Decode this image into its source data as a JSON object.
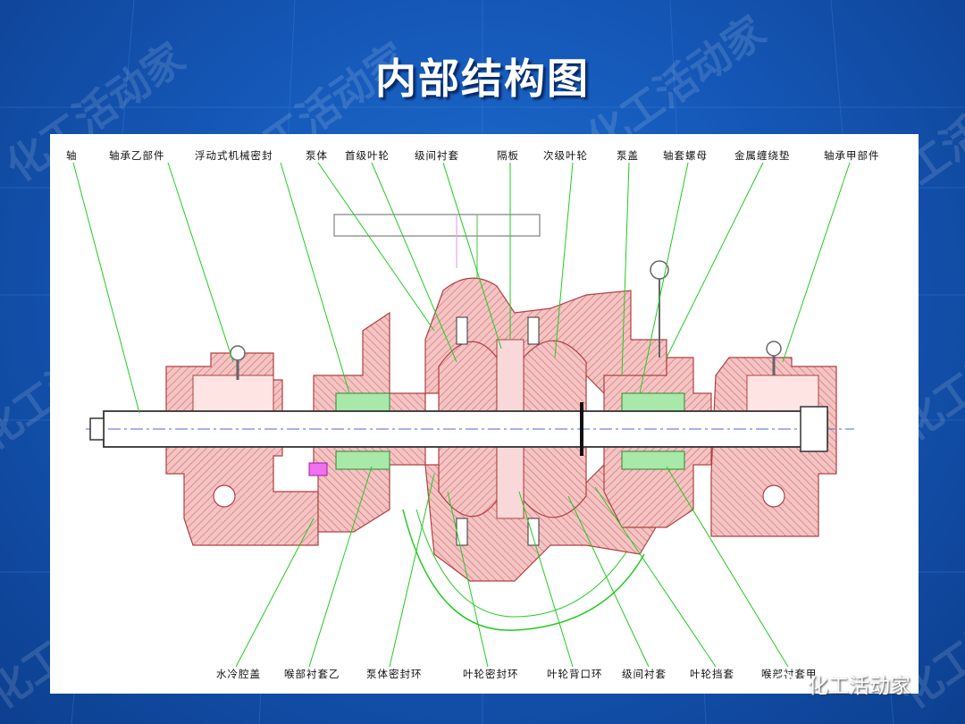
{
  "slide": {
    "title": "内部结构图"
  },
  "watermark": {
    "text": "化工活动家"
  },
  "brand": {
    "name": "化工活动家",
    "icon": "wechat-icon"
  },
  "colors": {
    "background": "#1558b8",
    "part_fill": "#f0b4b4",
    "hatch": "#d07070",
    "leader": "#22cc22",
    "magenta": "#e020e0"
  },
  "diagram": {
    "top_labels": [
      "轴",
      "轴承乙部件",
      "浮动式机械密封",
      "泵体",
      "首级叶轮",
      "级间衬套",
      "隔板",
      "次级叶轮",
      "泵盖",
      "轴套螺母",
      "金属缠绕垫",
      "轴承甲部件"
    ],
    "bottom_labels": [
      "水冷腔盖",
      "喉部衬套乙",
      "泵体密封环",
      "叶轮密封环",
      "叶轮背口环",
      "级间衬套",
      "叶轮挡套",
      "喉部衬套甲"
    ]
  }
}
